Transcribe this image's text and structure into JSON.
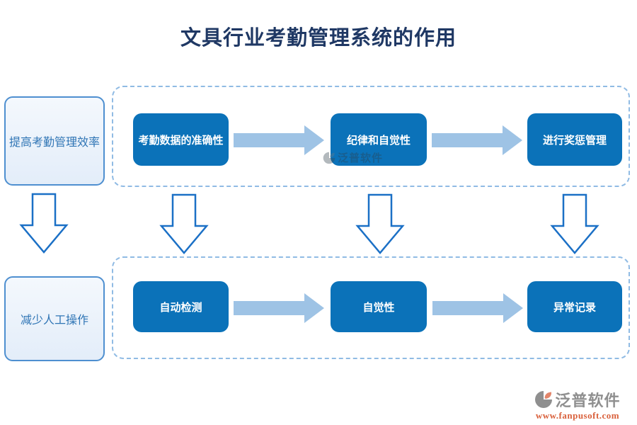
{
  "title": "文具行业考勤管理系统的作用",
  "left_panel": {
    "top_label": "提高考勤管理效率",
    "bottom_label": "减少人工操作"
  },
  "flow": {
    "row1": [
      "考勤数据的准确性",
      "纪律和自觉性",
      "进行奖惩管理"
    ],
    "row2": [
      "自动检测",
      "自觉性",
      "异常记录"
    ]
  },
  "watermark": {
    "text": "泛普软件"
  },
  "footer_logo": {
    "brand": "泛普软件",
    "website": "www.fanpusoft.com"
  },
  "colors": {
    "title": "#1F3864",
    "step_box_blue": "#0B72B9",
    "light_arrow": "#9EC3E5",
    "outline_arrow_stroke": "#1B70C6",
    "dashed_border": "#90BBE4",
    "side_box_border": "#4E8FD0",
    "side_box_text": "#2F75B5",
    "logo_gray": "#8F8F8F",
    "logo_orange": "#D9603B"
  }
}
